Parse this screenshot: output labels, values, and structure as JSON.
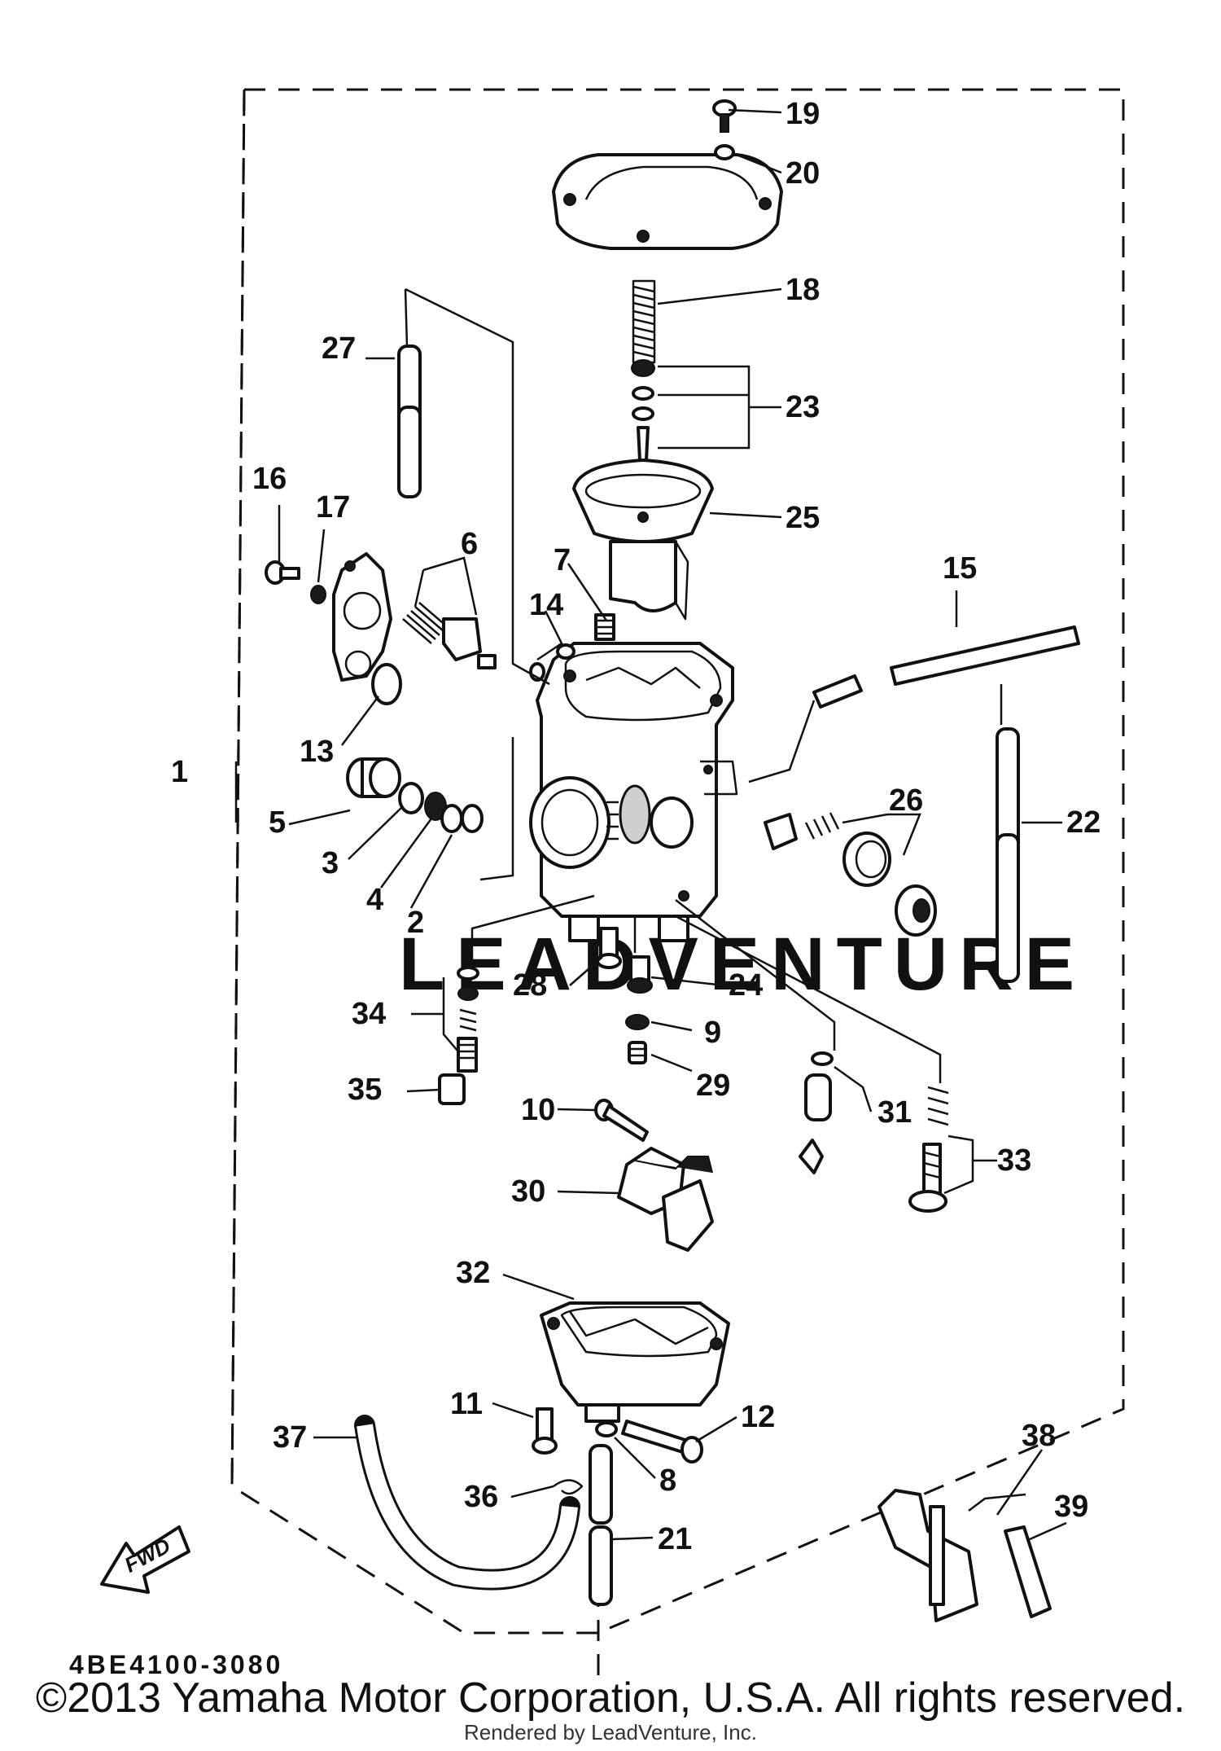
{
  "diagram": {
    "drawing_code": "4BE4100-3080",
    "fwd_label": "FWD",
    "watermark": "LEADVENTURE",
    "part_labels": {
      "p1": "1",
      "p2": "2",
      "p3": "3",
      "p4": "4",
      "p5": "5",
      "p6": "6",
      "p7": "7",
      "p8": "8",
      "p9": "9",
      "p10": "10",
      "p11": "11",
      "p12": "12",
      "p13": "13",
      "p14": "14",
      "p15": "15",
      "p16": "16",
      "p17": "17",
      "p18": "18",
      "p19": "19",
      "p20": "20",
      "p21": "21",
      "p22": "22",
      "p23": "23",
      "p24": "24",
      "p25": "25",
      "p26": "26",
      "p27": "27",
      "p28": "28",
      "p29": "29",
      "p30": "30",
      "p31": "31",
      "p32": "32",
      "p33": "33",
      "p34": "34",
      "p35": "35",
      "p36": "36",
      "p37": "37",
      "p38": "38",
      "p39": "39"
    }
  },
  "footer": {
    "copyright": "©2013 Yamaha Motor Corporation, U.S.A. All rights reserved.",
    "rendered_by": "Rendered by LeadVenture, Inc."
  }
}
